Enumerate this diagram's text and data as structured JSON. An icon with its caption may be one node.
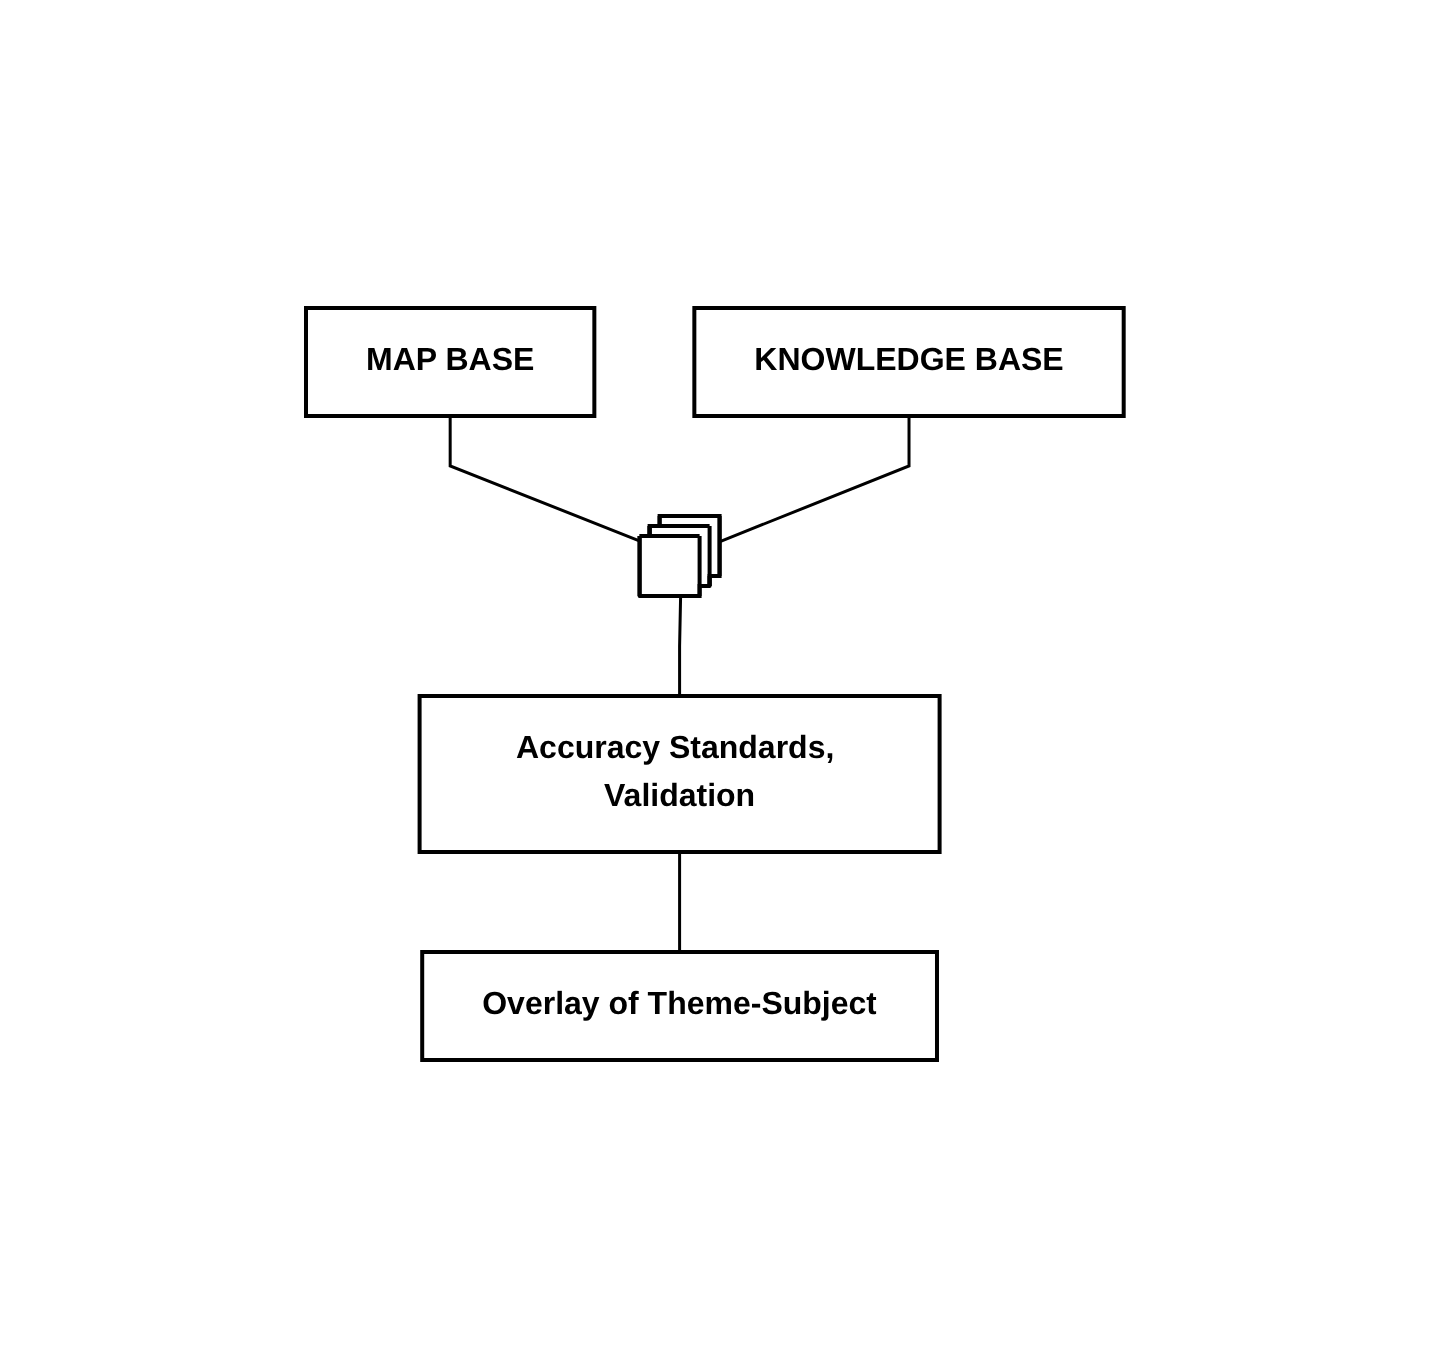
{
  "diagram": {
    "nodes": [
      {
        "text": [
          "MAP BASE"
        ]
      },
      {
        "text": [
          "KNOWLEDGE BASE"
        ]
      },
      {
        "text": [],
        "shape": "box"
      },
      {
        "text": [
          "Accuracy Standards, Validation"
        ]
      },
      {
        "text": [
          "Overlay of Theme-Subject"
        ]
      }
    ],
    "edges": [
      {
        "from": 0,
        "to": 2,
        "arrow": "none"
      },
      {
        "from": 1,
        "to": 2,
        "arrow": "none"
      },
      {
        "from": 2,
        "to": 3,
        "arrow": "none"
      },
      {
        "from": 3,
        "to": 4,
        "arrow": "none"
      }
    ]
  }
}
